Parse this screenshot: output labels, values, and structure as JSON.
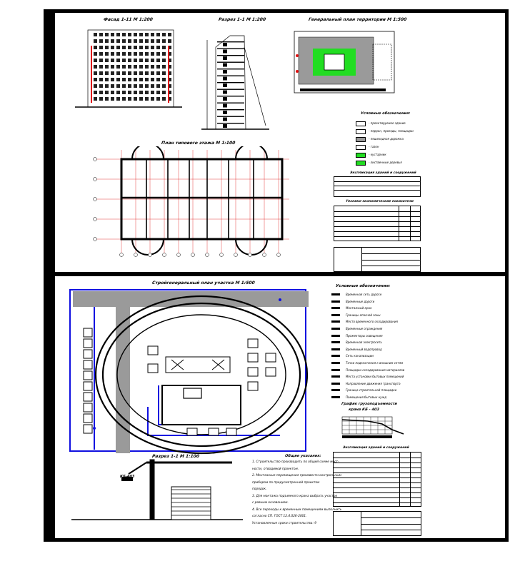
{
  "sheet1": {
    "facade_title": "Фасад 1-11 М 1:200",
    "section_title": "Разрез 1-1 М 1:200",
    "siteplan_title": "Генеральный план территории М 1:500",
    "floorplan_title": "План типового этажа М 1:100",
    "legend_title": "Условные обозначения:",
    "legend_items": [
      "- проектируемое здание",
      "- перрон, проезды, площадки",
      "- пешеходная дорожка",
      "- газон",
      "- кустарник",
      "- лиственные деревья"
    ],
    "table1_title": "Экспликация зданий и сооружений",
    "table2_title": "Технико-экономические показатели"
  },
  "sheet2": {
    "stroygenplan_title": "Стройгенеральный план участка М 1:500",
    "legend_title": "Условные обозначения:",
    "legend_items": [
      "Временная сеть дороги",
      "Временные дороги",
      "Монтажный кран",
      "Границы опасной зоны",
      "Место временного складирования",
      "Временные ограждения",
      "Прожекторы освещения",
      "Временная электросеть",
      "Временный водопровод",
      "Сеть канализации",
      "Точки подключения к внешним сетям",
      "Площадки складирования материалов",
      "Места установки бытовых помещений",
      "Направление движения транспорта",
      "Граница строительной площадки",
      "Помещения бытовых нужд"
    ],
    "graph_title": "График грузоподъемности",
    "graph_subtitle": "крана КБ - 403",
    "section_title": "Разрез 1-1 М 1:100",
    "notes_title": "Общие указания:",
    "notes": [
      "1. Строительство производить по общей схеме мест-",
      "ности, отводимой проектом.",
      "2. Монтажные перемещения произвести контрольным",
      "прибором по предусмотренной проектом",
      "порядок.",
      "3. Для монтажа подъемного крана выбрать участок",
      "с ровным основанием.",
      "4. Все переходы к временным помещениям выполнить",
      "согласно СП. ГОСТ 12.4.026-2001.",
      "Установленные сроки строительства: 9"
    ],
    "table_title": "Экспликация зданий и сооружений",
    "crane_label": "КБ-403"
  },
  "colors": {
    "frame": "#000000",
    "paper": "#ffffff",
    "blue_network": "#1010e0",
    "green_lawn": "#22dd22",
    "red_axis": "#e01010",
    "road_grey": "#9a9a9a"
  }
}
